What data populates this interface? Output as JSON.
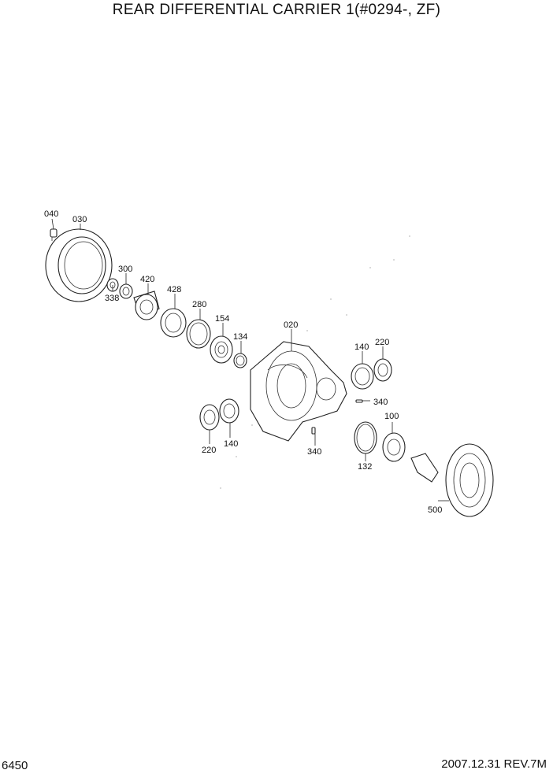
{
  "title": "REAR DIFFERENTIAL CARRIER 1(#0294-, ZF)",
  "page_number": "6450",
  "revision": "2007.12.31  REV.7M",
  "parts": [
    {
      "label": "040"
    },
    {
      "label": "030"
    },
    {
      "label": "300"
    },
    {
      "label": "420"
    },
    {
      "label": "338"
    },
    {
      "label": "428"
    },
    {
      "label": "280"
    },
    {
      "label": "154"
    },
    {
      "label": "134"
    },
    {
      "label": "020"
    },
    {
      "label": "140"
    },
    {
      "label": "220"
    },
    {
      "label": "340"
    },
    {
      "label": "100"
    },
    {
      "label": "220"
    },
    {
      "label": "140"
    },
    {
      "label": "340"
    },
    {
      "label": "132"
    },
    {
      "label": "500"
    }
  ]
}
